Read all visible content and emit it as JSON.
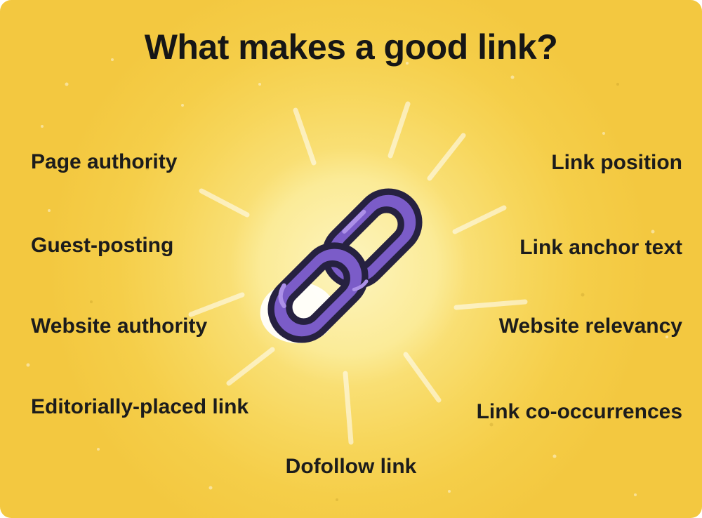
{
  "title": "What makes a good link?",
  "labels": {
    "left": [
      "Page authority",
      "Guest-posting",
      "Website authority",
      "Editorially-placed link"
    ],
    "right": [
      "Link position",
      "Link anchor text",
      "Website relevancy",
      "Link co-occurrences"
    ],
    "bottom": [
      "Dofollow link"
    ]
  },
  "icon": {
    "name": "chain-link-icon",
    "description": "two interlocked purple chain links on a glowing burst"
  },
  "colors": {
    "background": "#F3C840",
    "glow_center": "#FDF4BE",
    "chain_purple": "#7B5CC8",
    "chain_outline": "#262140",
    "text": "#1C1C1C",
    "rays": "#FFFFFF"
  }
}
